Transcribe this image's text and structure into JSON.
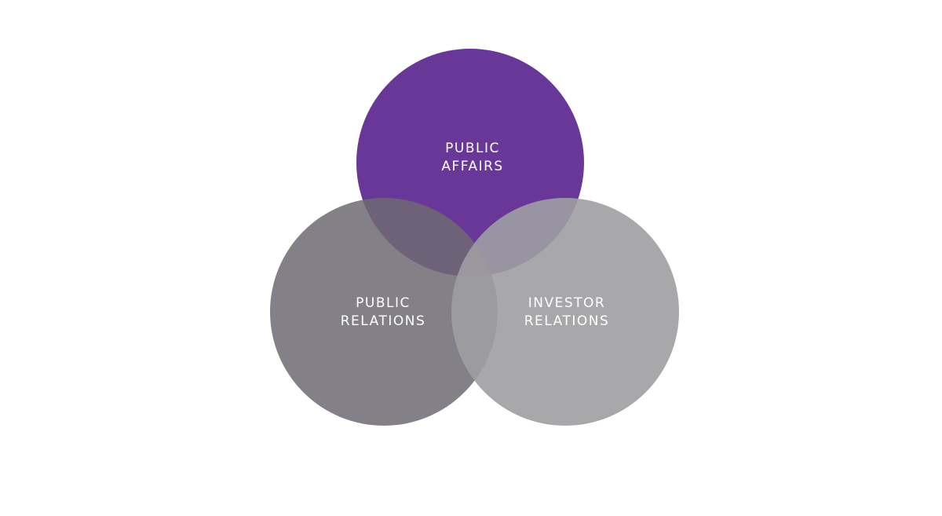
{
  "diagram": {
    "type": "venn",
    "circles": [
      {
        "id": "public-affairs",
        "line1": "PUBLIC",
        "line2": "AFFAIRS",
        "color": "#683797"
      },
      {
        "id": "public-relations",
        "line1": "PUBLIC",
        "line2": "RELATIONS",
        "color": "#6f6a72"
      },
      {
        "id": "investor-relations",
        "line1": "INVESTOR",
        "line2": "RELATIONS",
        "color": "#9f9ea2"
      }
    ]
  }
}
